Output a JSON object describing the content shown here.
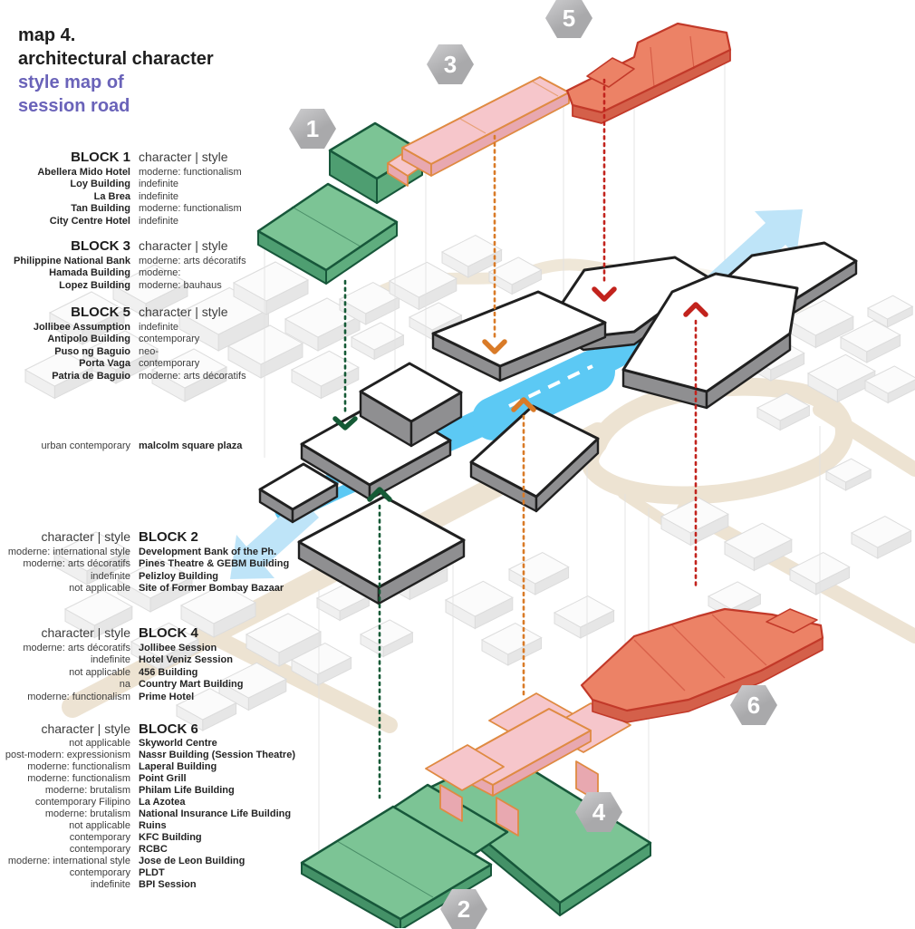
{
  "title": {
    "line1": "map 4.",
    "line2": "architectural character",
    "sub1": "style map of",
    "sub2": "session road"
  },
  "column_header": "character | style",
  "map_label": {
    "style": "urban contemporary",
    "name": "malcolm square plaza"
  },
  "blocks": [
    {
      "id": "block-1",
      "label": "BLOCK 1",
      "side": "left",
      "rows": [
        {
          "name": "Abellera Mido Hotel",
          "style": "moderne: functionalism"
        },
        {
          "name": "Loy Building",
          "style": "indefinite"
        },
        {
          "name": "La Brea",
          "style": "indefinite"
        },
        {
          "name": "Tan Building",
          "style": "moderne: functionalism"
        },
        {
          "name": "City Centre Hotel",
          "style": "indefinite"
        }
      ]
    },
    {
      "id": "block-3",
      "label": "BLOCK 3",
      "side": "left",
      "rows": [
        {
          "name": "Philippine National Bank",
          "style": "moderne: arts décoratifs"
        },
        {
          "name": "Hamada Building",
          "style": "moderne:"
        },
        {
          "name": "Lopez Building",
          "style": "moderne: bauhaus"
        }
      ]
    },
    {
      "id": "block-5",
      "label": "BLOCK 5",
      "side": "left",
      "rows": [
        {
          "name": "Jollibee Assumption",
          "style": "indefinite"
        },
        {
          "name": "Antipolo Building",
          "style": "contemporary"
        },
        {
          "name": "Puso ng Baguio",
          "style": "neo-"
        },
        {
          "name": "Porta Vaga",
          "style": "contemporary"
        },
        {
          "name": "Patria de Baguio",
          "style": "moderne: arts décoratifs"
        }
      ]
    },
    {
      "id": "block-2",
      "label": "BLOCK 2",
      "side": "right",
      "rows": [
        {
          "name": "Development Bank of the Ph.",
          "style": "moderne: international style"
        },
        {
          "name": "Pines Theatre & GEBM Building",
          "style": "moderne: arts décoratifs"
        },
        {
          "name": "Pelizloy Building",
          "style": "indefinite"
        },
        {
          "name": "Site of Former Bombay Bazaar",
          "style": "not applicable"
        }
      ]
    },
    {
      "id": "block-4",
      "label": "BLOCK 4",
      "side": "right",
      "rows": [
        {
          "name": "Jollibee Session",
          "style": "moderne: arts décoratifs"
        },
        {
          "name": "Hotel Veniz Session",
          "style": "indefinite"
        },
        {
          "name": "456 Building",
          "style": "not applicable"
        },
        {
          "name": "Country Mart Building",
          "style": "na"
        },
        {
          "name": "Prime Hotel",
          "style": "moderne: functionalism"
        }
      ]
    },
    {
      "id": "block-6",
      "label": "BLOCK 6",
      "side": "right",
      "rows": [
        {
          "name": "Skyworld Centre",
          "style": "not applicable"
        },
        {
          "name": "Nassr Building (Session Theatre)",
          "style": "post-modern: expressionism"
        },
        {
          "name": "Laperal Building",
          "style": "moderne: functionalism"
        },
        {
          "name": "Point Grill",
          "style": "moderne: functionalism"
        },
        {
          "name": "Philam Life Building",
          "style": "moderne: brutalism"
        },
        {
          "name": "La Azotea",
          "style": "contemporary Filipino"
        },
        {
          "name": "National Insurance Life Building",
          "style": "moderne: brutalism"
        },
        {
          "name": "Ruins",
          "style": "not applicable"
        },
        {
          "name": "KFC Building",
          "style": "contemporary"
        },
        {
          "name": "RCBC",
          "style": "contemporary"
        },
        {
          "name": "Jose de Leon Building",
          "style": "moderne: international style"
        },
        {
          "name": "PLDT",
          "style": "contemporary"
        },
        {
          "name": "BPI Session",
          "style": "indefinite"
        }
      ]
    }
  ],
  "markers": [
    {
      "number": "1"
    },
    {
      "number": "2"
    },
    {
      "number": "3"
    },
    {
      "number": "4"
    },
    {
      "number": "5"
    },
    {
      "number": "6"
    }
  ],
  "colors": {
    "accent_purple": "#6A63B9",
    "block_green": "#7CC495",
    "block_green_outline": "#17573A",
    "block_pink": "#F6C6CB",
    "block_pink_outline": "#DF8A42",
    "block_red": "#EC8266",
    "block_red_outline": "#C23929",
    "road_blue": "#5CC9F4",
    "arrow_blue": "#BEE4F8",
    "marker_gray": "#A9A9AB",
    "leader_green": "#155A36",
    "leader_orange": "#D97B28",
    "leader_red": "#C2231D"
  }
}
